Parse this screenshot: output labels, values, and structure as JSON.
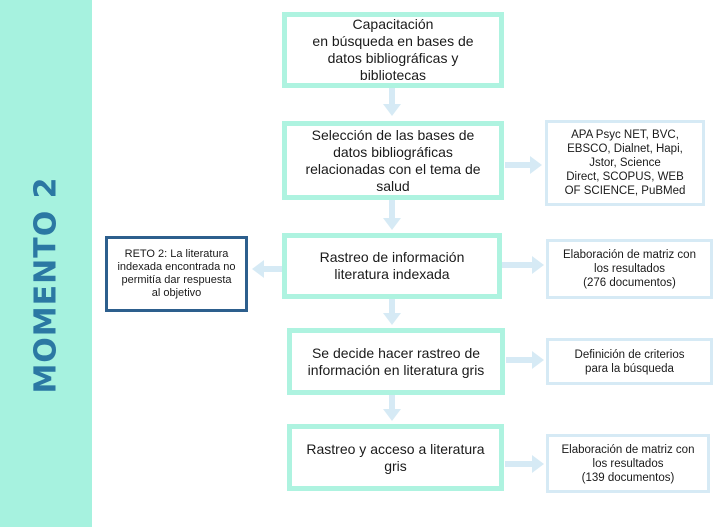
{
  "sidebar": {
    "title": "MOMENTO 2",
    "background": "#a6f2df",
    "title_color": "#2b78a3"
  },
  "steps": [
    {
      "text": "Capacitación\nen búsqueda en bases de\ndatos bibliográficas y\nbibliotecas"
    },
    {
      "text": "Selección de las bases de\ndatos bibliográficas\nrelacionadas con el tema de\nsalud"
    },
    {
      "text": "Rastreo de información\nliteratura indexada"
    },
    {
      "text": "Se decide hacer rastreo de\ninformación en literatura gris"
    },
    {
      "text": "Rastreo y acceso a literatura\ngris"
    }
  ],
  "side_notes": [
    {
      "text": "APA Psyc NET, BVC,\nEBSCO, Dialnet, Hapi,\nJstor, Science\nDirect, SCOPUS, WEB\nOF SCIENCE, PuBMed"
    },
    {
      "text": "Elaboración de matriz con\nlos resultados\n(276 documentos)"
    },
    {
      "text": "Definición de criterios\npara la búsqueda"
    },
    {
      "text": "Elaboración de matriz con\nlos resultados\n(139 documentos)"
    }
  ],
  "reto": {
    "text": "RETO 2: La literatura\nindexada encontrada no\npermitía dar respuesta\nal objetivo"
  },
  "colors": {
    "main_border": "#aef3e0",
    "side_border": "#d6eaf5",
    "reto_border": "#2d5f8d",
    "arrow": "#d6eaf5"
  }
}
